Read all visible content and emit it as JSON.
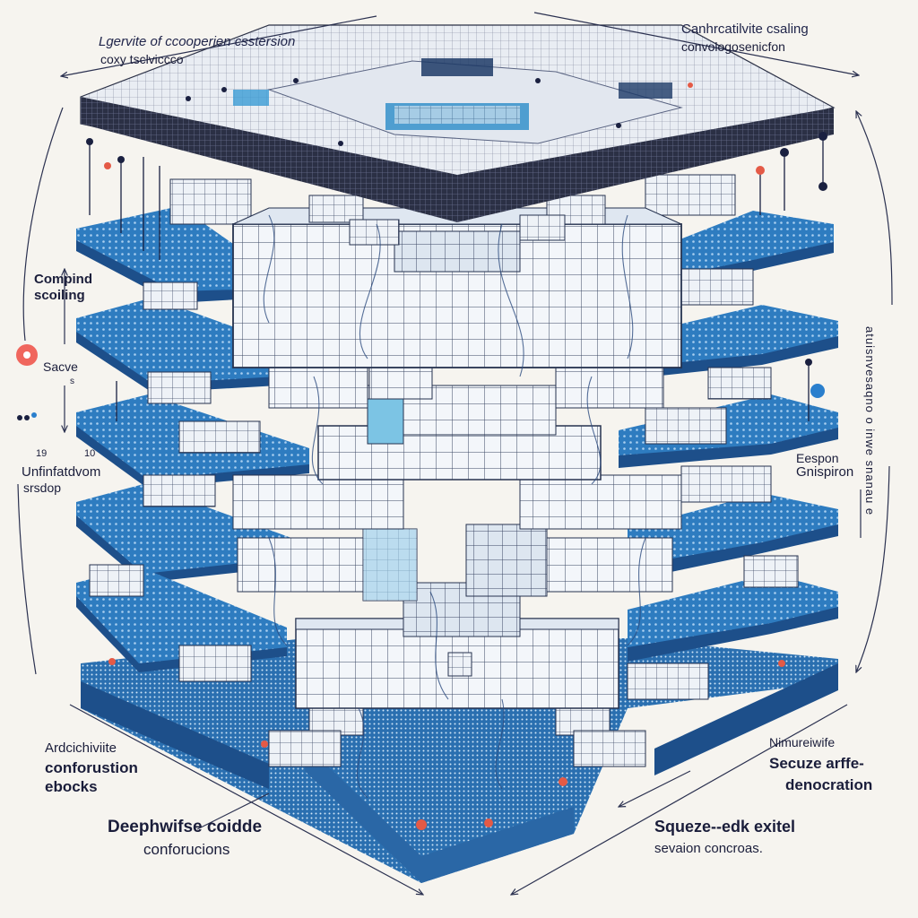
{
  "labels": {
    "top_left_1": "Lgervite of ccooperien csstersion",
    "top_left_2": "coxy tsclviccco",
    "top_right_1": "Canhrcatilvite csaling",
    "top_right_2": "convologosenicfon",
    "left_1": "Compind",
    "left_2": "scoiling",
    "left_3": "Sacve",
    "left_4": "s",
    "left_num_1": "19",
    "left_num_2": "10",
    "left_5": "Unfinfatdvom",
    "left_6": "srsdop",
    "right_vertical": "atuisnvesaqno o inwe snanau e",
    "right_1": "Eespon",
    "right_2": "Gnispiron",
    "bottom_left_1": "Ardcichiviite",
    "bottom_left_2": "conforustion",
    "bottom_left_3": "ebocks",
    "bottom_right_1": "Nimureiwife",
    "bottom_right_2": "Secuze arffe-",
    "bottom_right_3": "denocration",
    "bottom_center_left_1": "Deephwifse coidde",
    "bottom_center_left_2": "conforucions",
    "bottom_center_right_1": "Squeze--edk exitel",
    "bottom_center_right_2": "sevaion concroas."
  },
  "colors": {
    "background": "#f6f4ef",
    "slab_blue": "#2f7fc1",
    "slab_dark": "#1d4f8a",
    "cube_face": "#f2f5f9",
    "cube_edge": "#26324f",
    "top_slab": "#272c3f",
    "accent_cyan": "#29a8d6",
    "dot_red": "#e45a46",
    "dot_navy": "#1a2040"
  }
}
